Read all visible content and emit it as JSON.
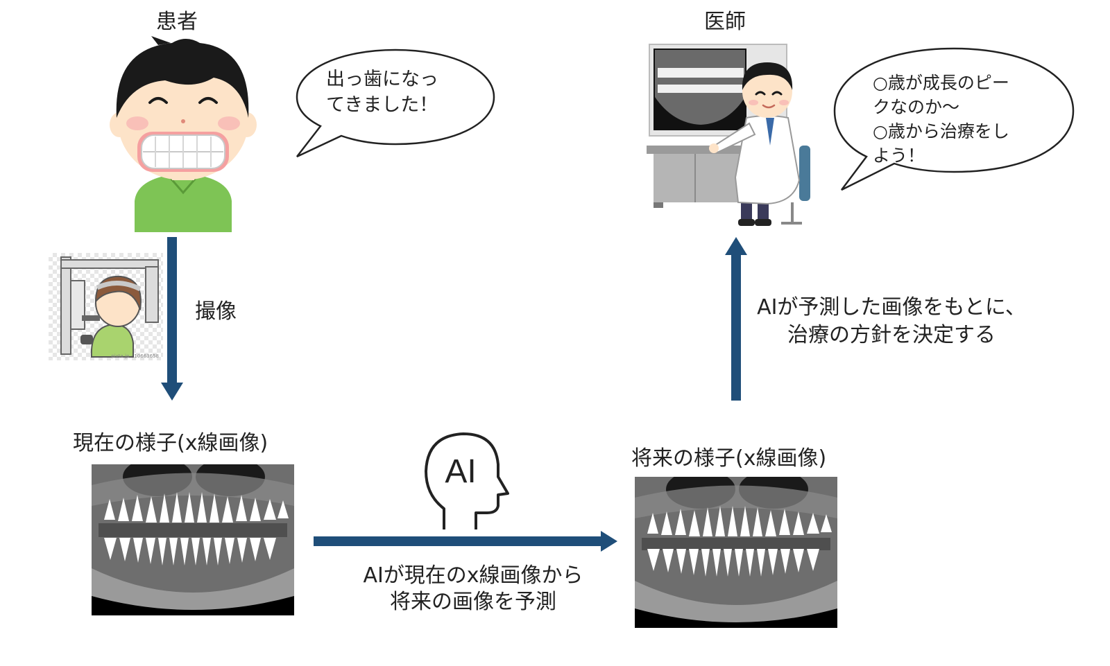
{
  "patient": {
    "title": "患者",
    "speech": [
      "出っ歯になっ",
      "てきました！"
    ]
  },
  "doctor": {
    "title": "医師",
    "speech": [
      "○歳が成長のピー",
      "クなのか～",
      "○歳から治療をし",
      "よう！"
    ]
  },
  "imaging": {
    "label": "撮像",
    "watermark": "pixta.jp - 10663658"
  },
  "current": {
    "title": "現在の様子(x線画像)"
  },
  "future": {
    "title": "将来の様子(x線画像)"
  },
  "ai": {
    "badge": "AI",
    "predict_caption": [
      "AIが現在のx線画像から",
      "将来の画像を予測"
    ],
    "decision_caption": [
      "AIが予測した画像をもとに、",
      "治療の方針を決定する"
    ]
  },
  "colors": {
    "arrow": "#1f4e79",
    "skin": "#fde3c8",
    "shirt": "#7ec455",
    "hair": "#1a1a1a",
    "coat": "#ffffff",
    "machine": "#9a9a9a"
  }
}
